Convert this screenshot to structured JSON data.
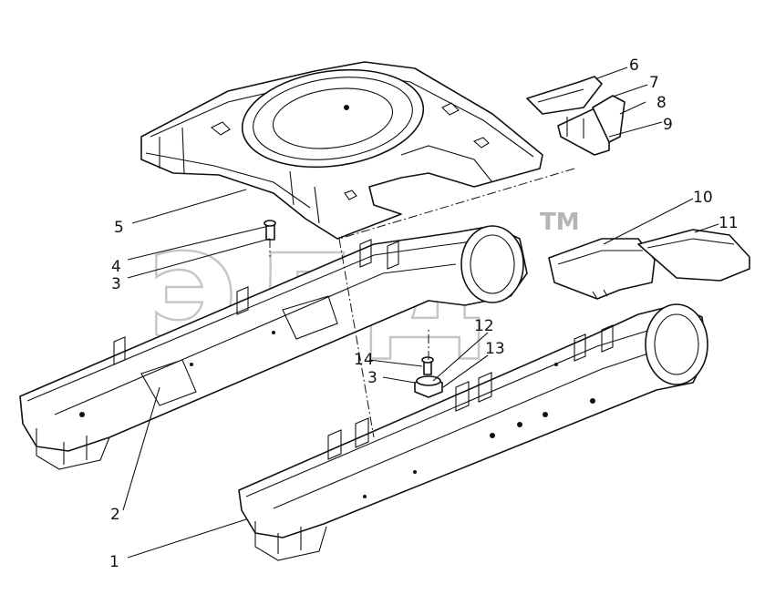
{
  "watermark": {
    "text": "элд",
    "trademark": "TM"
  },
  "callouts": [
    "1",
    "2",
    "3",
    "3",
    "4",
    "5",
    "6",
    "7",
    "8",
    "9",
    "10",
    "11",
    "12",
    "13",
    "14"
  ],
  "labels": {
    "c1": "1",
    "c2": "2",
    "c3a": "3",
    "c3b": "3",
    "c4": "4",
    "c5": "5",
    "c6": "6",
    "c7": "7",
    "c8": "8",
    "c9": "9",
    "c10": "10",
    "c11": "11",
    "c12": "12",
    "c13": "13",
    "c14": "14"
  }
}
